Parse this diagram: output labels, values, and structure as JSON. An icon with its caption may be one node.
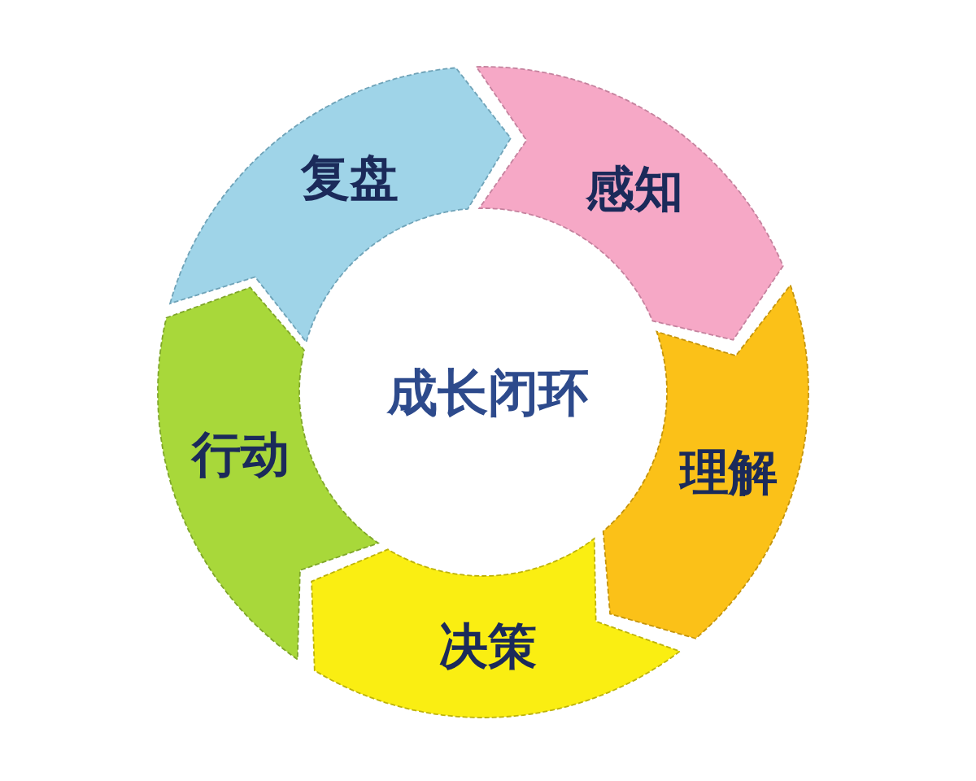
{
  "diagram": {
    "nodes": [
      {
        "text": [
          "复盘"
        ]
      },
      {
        "text": [
          "感知"
        ]
      },
      {
        "text": [
          "行动"
        ]
      },
      {
        "text": [
          "理解"
        ]
      },
      {
        "text": [
          "决策"
        ]
      }
    ],
    "labels": [
      "成长闭环"
    ]
  }
}
